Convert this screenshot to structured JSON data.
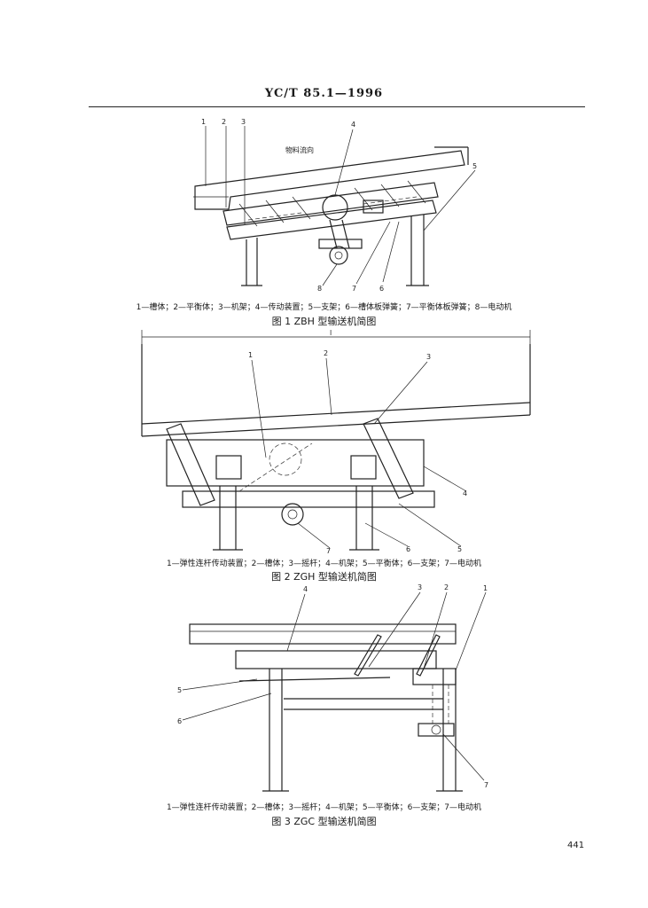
{
  "header": {
    "standard": "YC/T 85.1—1996"
  },
  "figure1": {
    "arrow_label": "物料流向",
    "numbers": [
      "1",
      "2",
      "3",
      "4",
      "5",
      "6",
      "7",
      "8"
    ],
    "legend": "1—槽体；2—平衡体；3—机架；4—传动装置；5—支架；6—槽体板弹簧；7—平衡体板弹簧；8—电动机",
    "caption": "图 1  ZBH 型输送机简图"
  },
  "figure2": {
    "dim_label": "l",
    "numbers": [
      "1",
      "2",
      "3",
      "4",
      "5",
      "6",
      "7"
    ],
    "legend": "1—弹性连杆传动装置；2—槽体；3—摇杆；4—机架；5—平衡体；6—支架；7—电动机",
    "caption": "图 2  ZGH 型输送机简图"
  },
  "figure3": {
    "numbers": [
      "1",
      "2",
      "3",
      "4",
      "5",
      "6",
      "7"
    ],
    "legend": "1—弹性连杆传动装置；2—槽体；3—摇杆；4—机架；5—平衡体；6—支架；7—电动机",
    "caption": "图 3  ZGC 型输送机简图"
  },
  "page_number": "441"
}
